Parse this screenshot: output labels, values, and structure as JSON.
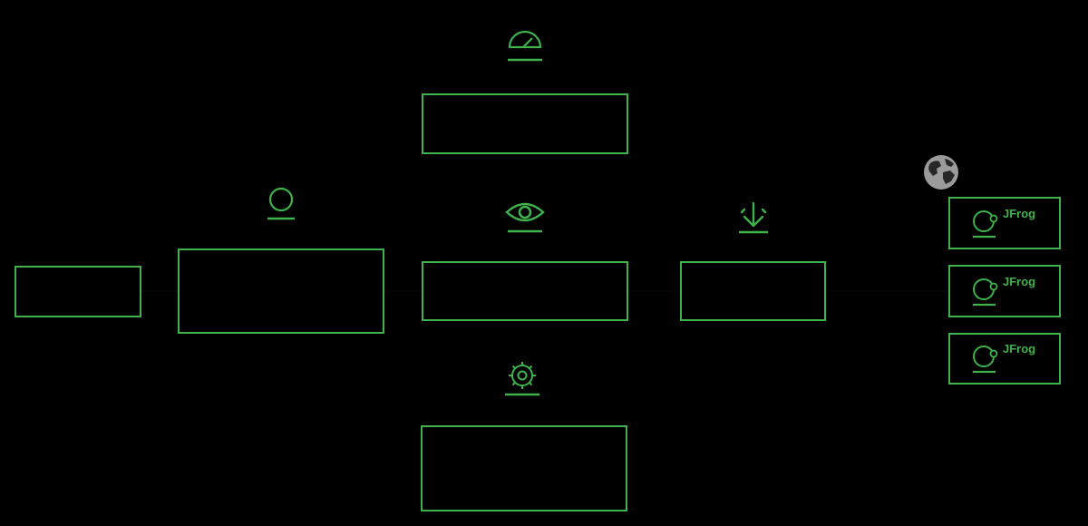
{
  "colors": {
    "background": "#000000",
    "accent": "#3fb24b",
    "globe": "#9b9b9b"
  },
  "icons": {
    "performance": "speedometer-icon",
    "user": "user-icon",
    "monitoring": "eye-icon",
    "deploy": "download-arrow-icon",
    "configuration": "gear-icon",
    "internet": "globe-icon",
    "registry": "jfrog-logo-icon"
  },
  "registries": [
    {
      "logo_text": "JFrog"
    },
    {
      "logo_text": "JFrog"
    },
    {
      "logo_text": "JFrog"
    }
  ]
}
